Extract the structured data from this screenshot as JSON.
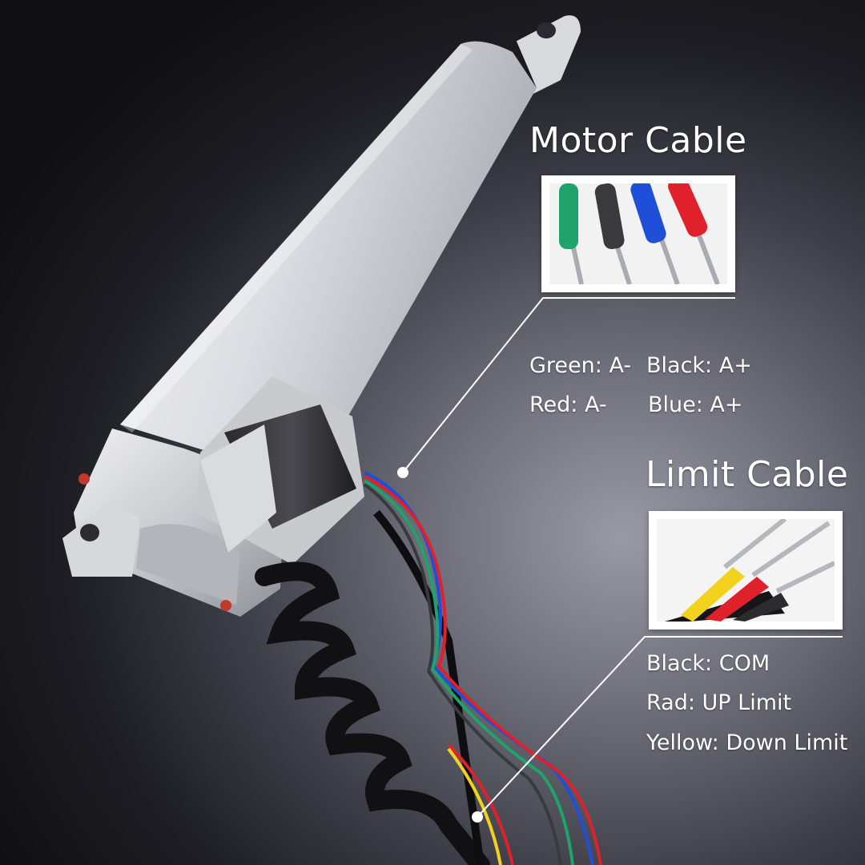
{
  "motor": {
    "title": "Motor Cable",
    "wires": [
      {
        "label": "Green: A-",
        "color": "#1fa36a"
      },
      {
        "label": "Black: A+",
        "color": "#2a2a2a"
      },
      {
        "label": "Red: A-",
        "color": "#e0202a"
      },
      {
        "label": "Blue: A+",
        "color": "#1f4fd8"
      }
    ]
  },
  "limit": {
    "title": "Limit Cable",
    "wires": [
      {
        "label": "Black: COM",
        "color": "#1a1a1a"
      },
      {
        "label": "Rad: UP Limit",
        "color": "#e0202a"
      },
      {
        "label": "Yellow: Down Limit",
        "color": "#f2d21c"
      }
    ]
  }
}
